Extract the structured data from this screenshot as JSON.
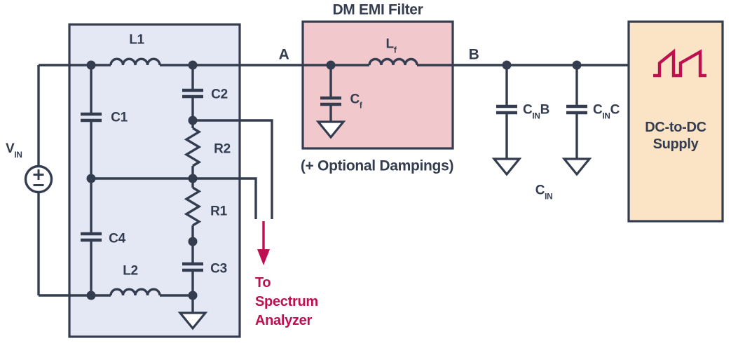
{
  "colors": {
    "stroke_navy": "#343d4f",
    "accent_crimson": "#be0f50",
    "lisn_fill": "#e3e8f4",
    "filter_fill": "#f1c9cd",
    "supply_fill": "#fbe3c6"
  },
  "labels": {
    "dm_filter_title": "DM EMI Filter",
    "optional_dampings": "(+ Optional Dampings)",
    "node_a": "A",
    "node_b": "B",
    "to_spectrum": {
      "line1": "To",
      "line2": "Spectrum",
      "line3": "Analyzer"
    }
  },
  "lisn": {
    "l1": "L1",
    "c1": "C1",
    "c2": "C2",
    "r2": "R2",
    "r1": "R1",
    "c4": "C4",
    "l2": "L2",
    "c3": "C3",
    "vin": {
      "pre": "V",
      "sub": "IN"
    }
  },
  "filter": {
    "lf": {
      "pre": "L",
      "sub": "f"
    },
    "cf": {
      "pre": "C",
      "sub": "f"
    }
  },
  "input_caps": {
    "cinb": {
      "pre": "C",
      "sub": "IN",
      "post": "B"
    },
    "cinc": {
      "pre": "C",
      "sub": "IN",
      "post": "C"
    },
    "cin": {
      "pre": "C",
      "sub": "IN"
    }
  },
  "supply": {
    "line1": "DC-to-DC",
    "line2": "Supply"
  }
}
